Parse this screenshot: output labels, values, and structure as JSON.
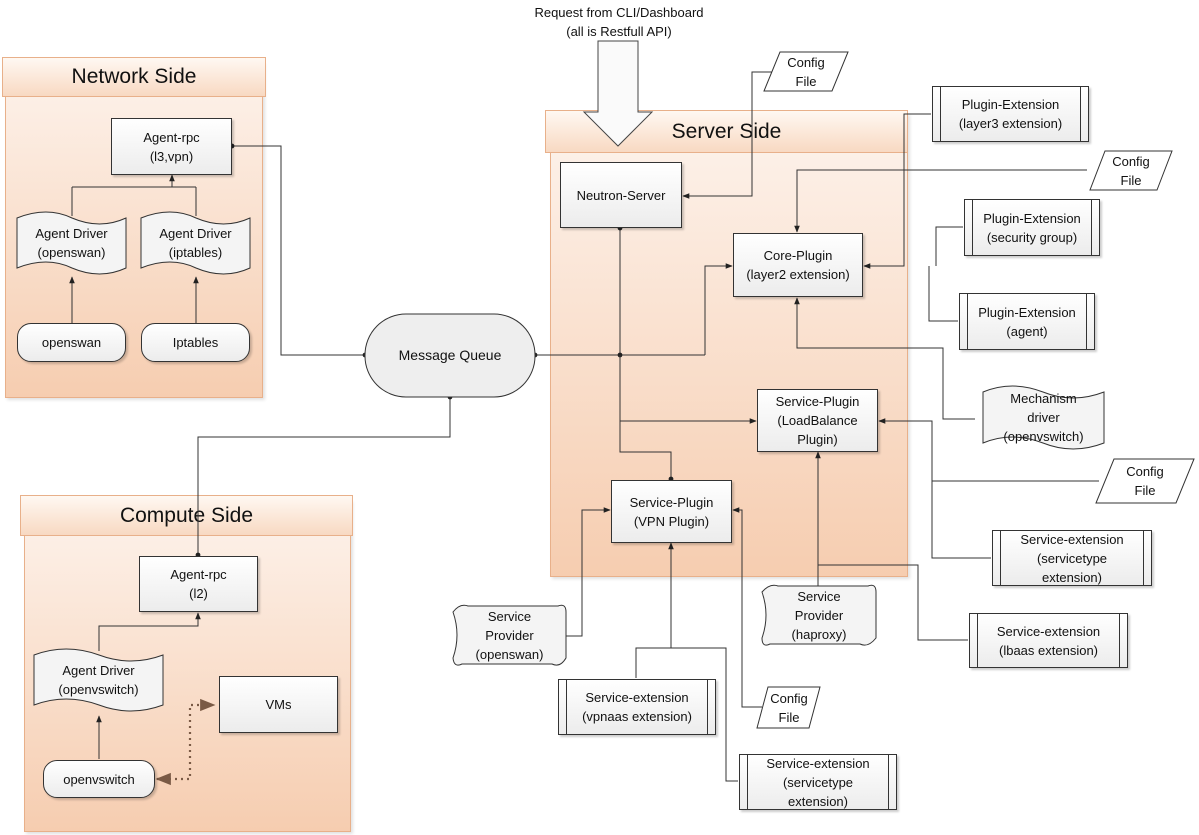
{
  "request": {
    "line1": "Request from CLI/Dashboard",
    "line2": "(all is Restfull API)"
  },
  "network_side": {
    "title": "Network Side",
    "agent_rpc": [
      "Agent-rpc",
      "(l3,vpn)"
    ],
    "driver_openswan": [
      "Agent Driver",
      "(openswan)"
    ],
    "driver_iptables": [
      "Agent Driver",
      "(iptables)"
    ],
    "openswan": "openswan",
    "iptables": "Iptables"
  },
  "compute_side": {
    "title": "Compute Side",
    "agent_rpc": [
      "Agent-rpc",
      "(l2)"
    ],
    "driver_ovs": [
      "Agent Driver",
      "(openvswitch)"
    ],
    "vms": "VMs",
    "openvswitch": "openvswitch"
  },
  "message_queue": "Message Queue",
  "server_side": {
    "title": "Server Side",
    "neutron_server": "Neutron-Server",
    "core_plugin": [
      "Core-Plugin",
      "(layer2 extension)"
    ],
    "lb_plugin": [
      "Service-Plugin",
      "(LoadBalance",
      "Plugin)"
    ],
    "vpn_plugin": [
      "Service-Plugin",
      "(VPN Plugin)"
    ]
  },
  "external": {
    "config_top": [
      "Config",
      "File"
    ],
    "config_core": [
      "Config",
      "File"
    ],
    "config_lb": [
      "Config",
      "File"
    ],
    "config_vpn": [
      "Config",
      "File"
    ],
    "ext_layer3": [
      "Plugin-Extension",
      "(layer3 extension)"
    ],
    "ext_security": [
      "Plugin-Extension",
      "(security group)"
    ],
    "ext_agent": [
      "Plugin-Extension",
      "(agent)"
    ],
    "mech_driver": [
      "Mechanism",
      "driver",
      "(openvswitch)"
    ],
    "svc_ext_lb_type": [
      "Service-extension",
      "(servicetype",
      "extension)"
    ],
    "svc_ext_lbaas": [
      "Service-extension",
      "(lbaas extension)"
    ],
    "svc_ext_vpnaas": [
      "Service-extension",
      "(vpnaas extension)"
    ],
    "svc_ext_vpn_type": [
      "Service-extension",
      "(servicetype",
      "extension)"
    ],
    "provider_openswan": [
      "Service",
      "Provider",
      "(openswan)"
    ],
    "provider_haproxy": [
      "Service",
      "Provider",
      "(haproxy)"
    ]
  }
}
